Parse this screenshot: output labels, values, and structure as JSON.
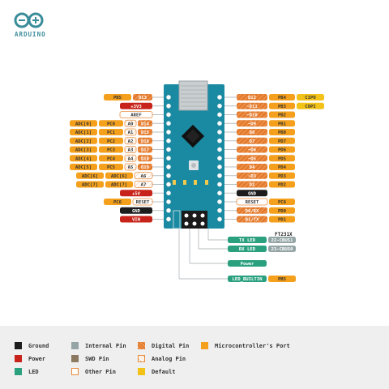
{
  "brand": {
    "logo_text": "ARDUINO",
    "logo_color": "#3b8c9a"
  },
  "colors": {
    "ground": "#1c1c1c",
    "power": "#c8231a",
    "led": "#2aa07f",
    "internal": "#95a5a6",
    "swd": "#8b7a60",
    "digital": "#e47a2c",
    "analog": "#e88a3a",
    "port": "#f4a01c",
    "default": "#f2c219",
    "board": "#1a8aa3"
  },
  "left_pins": [
    {
      "tags": [
        {
          "text": "PB5",
          "type": "port"
        },
        {
          "text": "D13",
          "type": "digital"
        }
      ]
    },
    {
      "tags": [
        {
          "text": "+3V3",
          "type": "power"
        }
      ]
    },
    {
      "tags": [
        {
          "text": "AREF",
          "type": "other"
        }
      ]
    },
    {
      "tags": [
        {
          "text": "ADC[0]",
          "type": "port"
        },
        {
          "text": "PC0",
          "type": "port"
        },
        {
          "text": "A0",
          "type": "analog"
        },
        {
          "text": "D14",
          "type": "digital"
        }
      ]
    },
    {
      "tags": [
        {
          "text": "ADC[1]",
          "type": "port"
        },
        {
          "text": "PC1",
          "type": "port"
        },
        {
          "text": "A1",
          "type": "analog"
        },
        {
          "text": "D15",
          "type": "digital"
        }
      ]
    },
    {
      "tags": [
        {
          "text": "ADC[2]",
          "type": "port"
        },
        {
          "text": "PC2",
          "type": "port"
        },
        {
          "text": "A2",
          "type": "analog"
        },
        {
          "text": "D16",
          "type": "digital"
        }
      ]
    },
    {
      "tags": [
        {
          "text": "ADC[3]",
          "type": "port"
        },
        {
          "text": "PC3",
          "type": "port"
        },
        {
          "text": "A3",
          "type": "analog"
        },
        {
          "text": "D17",
          "type": "digital"
        }
      ]
    },
    {
      "tags": [
        {
          "text": "ADC[4]",
          "type": "port"
        },
        {
          "text": "PC4",
          "type": "port"
        },
        {
          "text": "A4",
          "type": "analog"
        },
        {
          "text": "D18",
          "type": "digital"
        }
      ]
    },
    {
      "tags": [
        {
          "text": "ADC[5]",
          "type": "port"
        },
        {
          "text": "PC5",
          "type": "port"
        },
        {
          "text": "A5",
          "type": "analog"
        },
        {
          "text": "D19",
          "type": "digital"
        }
      ]
    },
    {
      "tags": [
        {
          "text": "ADC[6]",
          "type": "port"
        },
        {
          "text": "ADC[6]",
          "type": "port"
        },
        {
          "text": "A6",
          "type": "analog"
        }
      ]
    },
    {
      "tags": [
        {
          "text": "ADC[7]",
          "type": "port"
        },
        {
          "text": "ADC[7]",
          "type": "port"
        },
        {
          "text": "A7",
          "type": "analog"
        }
      ]
    },
    {
      "tags": [
        {
          "text": "+5V",
          "type": "power"
        }
      ]
    },
    {
      "tags": [
        {
          "text": "PC6",
          "type": "port"
        },
        {
          "text": "RESET",
          "type": "other"
        }
      ]
    },
    {
      "tags": [
        {
          "text": "GND",
          "type": "ground"
        }
      ]
    },
    {
      "tags": [
        {
          "text": "VIN",
          "type": "power"
        }
      ]
    }
  ],
  "right_pins": [
    {
      "tags": [
        {
          "text": "D12",
          "type": "digital"
        },
        {
          "text": "PB4",
          "type": "port"
        },
        {
          "text": "CIPO",
          "type": "default"
        }
      ]
    },
    {
      "tags": [
        {
          "text": "~D11",
          "type": "digital"
        },
        {
          "text": "PB3",
          "type": "port"
        },
        {
          "text": "COPI",
          "type": "default"
        }
      ]
    },
    {
      "tags": [
        {
          "text": "~D10",
          "type": "digital"
        },
        {
          "text": "PB2",
          "type": "port"
        }
      ]
    },
    {
      "tags": [
        {
          "text": "~D9",
          "type": "digital"
        },
        {
          "text": "PB1",
          "type": "port"
        }
      ]
    },
    {
      "tags": [
        {
          "text": "D8",
          "type": "digital"
        },
        {
          "text": "PB0",
          "type": "port"
        }
      ]
    },
    {
      "tags": [
        {
          "text": "D7",
          "type": "digital"
        },
        {
          "text": "PD7",
          "type": "port"
        }
      ]
    },
    {
      "tags": [
        {
          "text": "~D6",
          "type": "digital"
        },
        {
          "text": "PD6",
          "type": "port"
        }
      ]
    },
    {
      "tags": [
        {
          "text": "~D5",
          "type": "digital"
        },
        {
          "text": "PD5",
          "type": "port"
        }
      ]
    },
    {
      "tags": [
        {
          "text": "D4",
          "type": "digital"
        },
        {
          "text": "PD4",
          "type": "port"
        }
      ]
    },
    {
      "tags": [
        {
          "text": "~D3",
          "type": "digital"
        },
        {
          "text": "PD3",
          "type": "port"
        }
      ]
    },
    {
      "tags": [
        {
          "text": "D2",
          "type": "digital"
        },
        {
          "text": "PD2",
          "type": "port"
        }
      ]
    },
    {
      "tags": [
        {
          "text": "GND",
          "type": "ground"
        }
      ]
    },
    {
      "tags": [
        {
          "text": "RESET",
          "type": "other"
        },
        {
          "text": "PC6",
          "type": "port"
        }
      ]
    },
    {
      "tags": [
        {
          "text": "D0/RX",
          "type": "digital"
        },
        {
          "text": "PD0",
          "type": "port"
        }
      ]
    },
    {
      "tags": [
        {
          "text": "D1/TX",
          "type": "digital"
        },
        {
          "text": "PD1",
          "type": "port"
        }
      ]
    }
  ],
  "ft_title": "FT231X",
  "bottom_leds": [
    {
      "tags": [
        {
          "text": "TX LED",
          "type": "led"
        },
        {
          "text": "22-CBUS1",
          "type": "internal"
        }
      ]
    },
    {
      "tags": [
        {
          "text": "RX LED",
          "type": "led"
        },
        {
          "text": "23-CBUS0",
          "type": "internal"
        }
      ]
    },
    {
      "tags": [
        {
          "text": "Power",
          "type": "led"
        }
      ]
    },
    {
      "tags": [
        {
          "text": "LED_BUILTIN",
          "type": "led"
        },
        {
          "text": "PB5",
          "type": "port"
        }
      ]
    }
  ],
  "legend": [
    {
      "label": "Ground",
      "type": "ground"
    },
    {
      "label": "Power",
      "type": "power"
    },
    {
      "label": "LED",
      "type": "led"
    },
    {
      "label": "Internal Pin",
      "type": "internal"
    },
    {
      "label": "SWD Pin",
      "type": "swd"
    },
    {
      "label": "Other Pin",
      "type": "other"
    },
    {
      "label": "Digital Pin",
      "type": "digital"
    },
    {
      "label": "Analog Pin",
      "type": "analog"
    },
    {
      "label": "Microcontroller's Port",
      "type": "port"
    },
    {
      "label": "Default",
      "type": "default"
    }
  ]
}
